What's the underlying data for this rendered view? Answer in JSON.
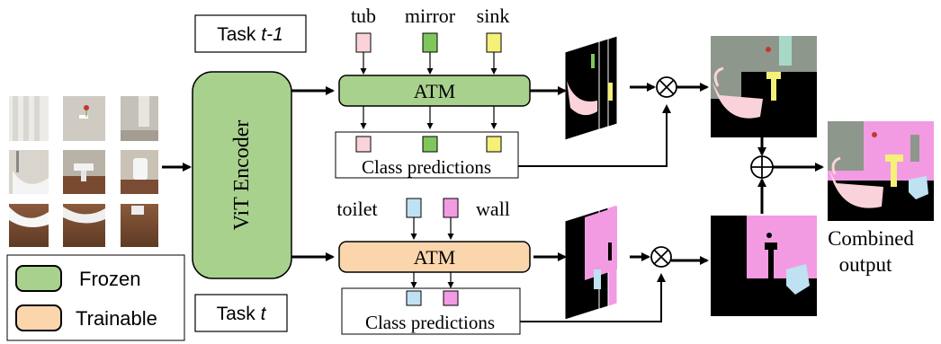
{
  "task_prev": {
    "prefix": "Task ",
    "var": "t",
    "suffix": "-1"
  },
  "task_curr": {
    "prefix": "Task ",
    "var": "t"
  },
  "encoder_label": "ViT Encoder",
  "atm_label": "ATM",
  "class_predictions_label": "Class predictions",
  "top_classes": [
    {
      "name": "tub",
      "color": "#f9d3d9"
    },
    {
      "name": "mirror",
      "color": "#7fc75c"
    },
    {
      "name": "sink",
      "color": "#f5f078"
    }
  ],
  "bottom_classes": [
    {
      "name": "toilet",
      "color": "#bfe2f2"
    },
    {
      "name": "wall",
      "color": "#f29be3"
    }
  ],
  "legend": {
    "frozen": {
      "label": "Frozen",
      "color": "#a9d18e"
    },
    "trainable": {
      "label": "Trainable",
      "color": "#fbd6ad"
    }
  },
  "combined_output": {
    "line1": "Combined",
    "line2": "output"
  },
  "operators": {
    "multiply": "⊗",
    "add": "⊕"
  }
}
